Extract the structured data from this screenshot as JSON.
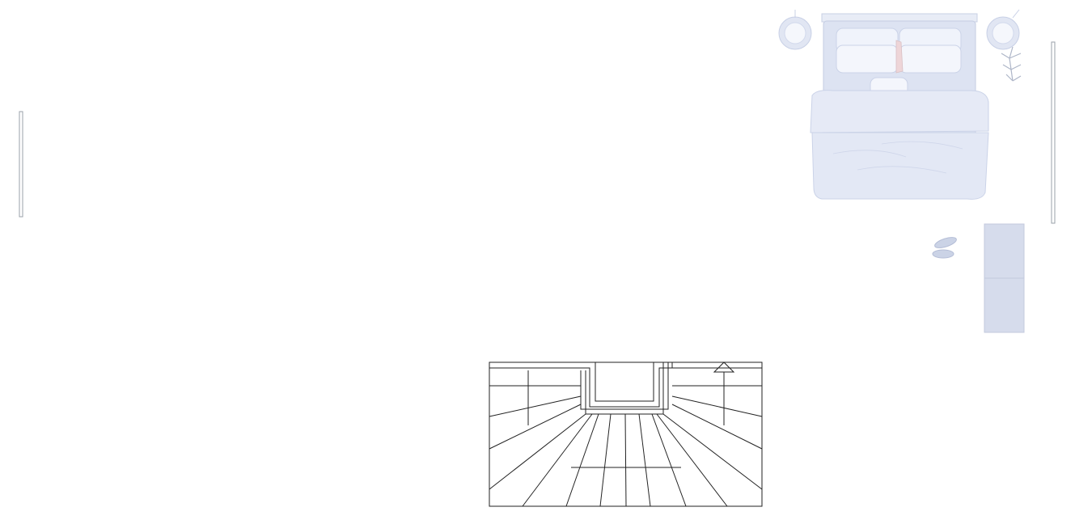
{
  "plan": {
    "elements": [
      "bed",
      "pillows",
      "blanket",
      "left-lamp",
      "right-lamp",
      "plant",
      "slippers",
      "wardrobe",
      "stairs",
      "left-wall-panel",
      "right-wall-panel"
    ],
    "colors": {
      "furniture": "#dde3f2",
      "furniture_light": "#eef1fa",
      "linework": "#222222",
      "panel": "#9aa0aa",
      "background": "#ffffff"
    },
    "icons": {
      "stair_direction": "arrow-up-icon",
      "lamp": "lamp-icon",
      "plant": "plant-icon"
    }
  }
}
